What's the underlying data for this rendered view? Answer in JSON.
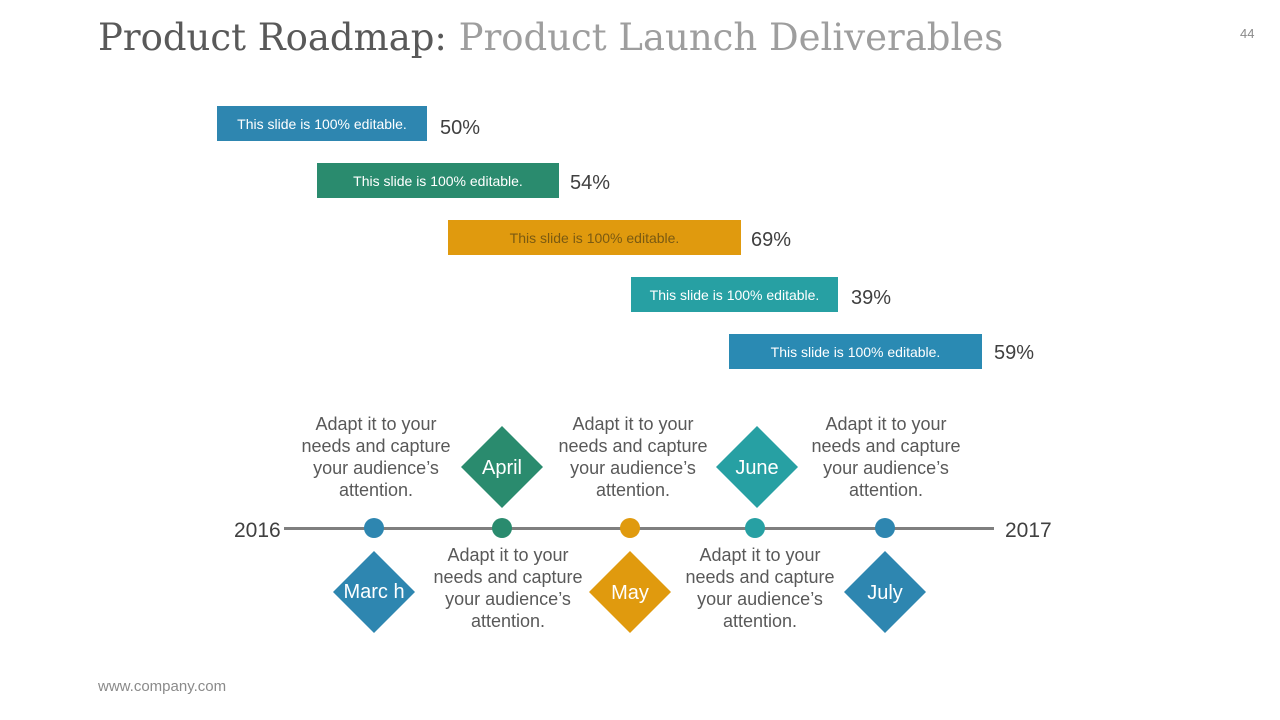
{
  "slide": {
    "title_main": "Product Roadmap:",
    "title_sub": "Product Launch Deliverables",
    "page_number": "44",
    "footer": "www.company.com"
  },
  "colors": {
    "blue": "#2e86b0",
    "green": "#2a8b6e",
    "gold": "#e09a0e",
    "teal": "#27a0a3",
    "mid_blue": "#2a8ab3",
    "line": "#7f7f7f"
  },
  "gantt": {
    "tasks": [
      {
        "label": "This slide is 100% editable.",
        "percent": "50%",
        "color": "#2e86b0"
      },
      {
        "label": "This slide is 100% editable.",
        "percent": "54%",
        "color": "#2a8b6e"
      },
      {
        "label": "This slide is 100% editable.",
        "percent": "69%",
        "color": "#e09a0e"
      },
      {
        "label": "This slide is 100% editable.",
        "percent": "39%",
        "color": "#27a0a3"
      },
      {
        "label": "This slide is 100% editable.",
        "percent": "59%",
        "color": "#2a8ab3"
      }
    ]
  },
  "timeline": {
    "start_year": "2016",
    "end_year": "2017",
    "milestones": [
      {
        "month": "Marc h",
        "position": "below",
        "color": "#2e86b0",
        "note": "Adapt it to your needs and capture your audience’s attention."
      },
      {
        "month": "April",
        "position": "above",
        "color": "#2a8b6e",
        "note": "Adapt it to your needs and capture your audience’s attention."
      },
      {
        "month": "May",
        "position": "below",
        "color": "#e09a0e",
        "note": "Adapt it to your needs and capture your audience’s attention."
      },
      {
        "month": "June",
        "position": "above",
        "color": "#27a0a3",
        "note": "Adapt it to your needs and capture your audience’s attention."
      },
      {
        "month": "July",
        "position": "below",
        "color": "#2e86b0",
        "note": "Adapt it to your needs and capture your audience’s attention."
      }
    ]
  }
}
